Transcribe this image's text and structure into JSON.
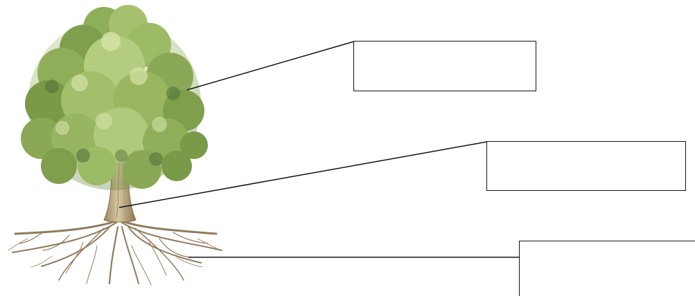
{
  "diagram": {
    "parts": [
      {
        "id": "crown",
        "label": ""
      },
      {
        "id": "trunk",
        "label": ""
      },
      {
        "id": "roots",
        "label": ""
      }
    ]
  },
  "colors": {
    "foliage_dark": "#5f7f3a",
    "foliage_mid": "#8fae5a",
    "foliage_light": "#c9dc9a",
    "bark": "#b8a27a",
    "bark_dark": "#8a7350",
    "roots": "#8f7a5c",
    "line": "#111111"
  },
  "icons": [
    "tree-illustration"
  ]
}
